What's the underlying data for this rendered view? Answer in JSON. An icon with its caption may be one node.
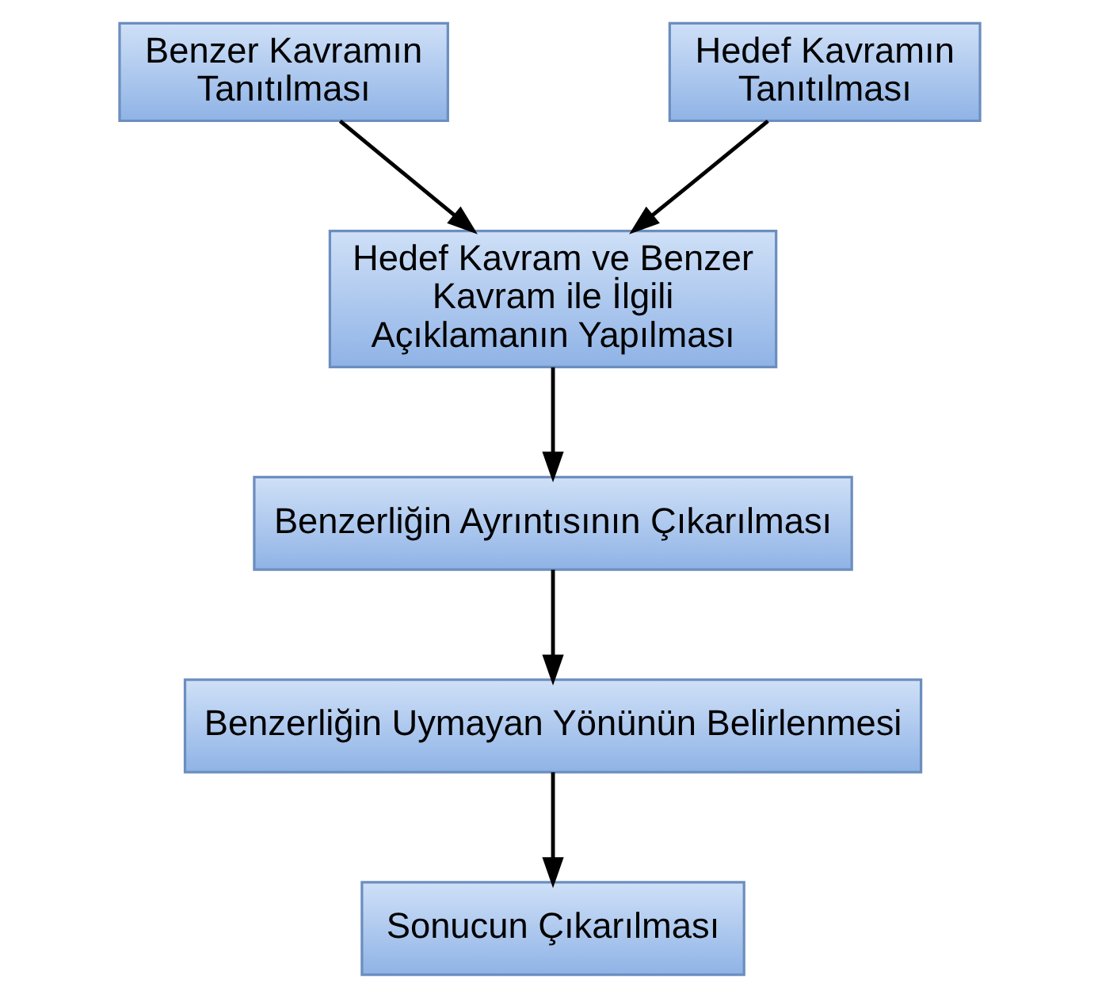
{
  "diagram": {
    "nodes": [
      {
        "text": [
          "Benzer Kavramın Tanıtılması"
        ]
      },
      {
        "text": [
          "Hedef Kavramın Tanıtılması"
        ]
      },
      {
        "text": [
          "Hedef Kavram ve Benzer Kavram ile İlgili Açıklamanın Yapılması"
        ]
      },
      {
        "text": [
          "Benzerliğin Ayrıntısının Çıkarılması"
        ]
      },
      {
        "text": [
          "Benzerliğin Uymayan Yönünün Belirlenmesi"
        ]
      },
      {
        "text": [
          "Sonucun Çıkarılması"
        ]
      }
    ],
    "edges": [
      {
        "from": 0,
        "to": 2,
        "arrow": "to"
      },
      {
        "from": 1,
        "to": 2,
        "arrow": "to"
      },
      {
        "from": 2,
        "to": 3,
        "arrow": "to"
      },
      {
        "from": 3,
        "to": 4,
        "arrow": "to"
      },
      {
        "from": 4,
        "to": 5,
        "arrow": "to"
      }
    ]
  }
}
